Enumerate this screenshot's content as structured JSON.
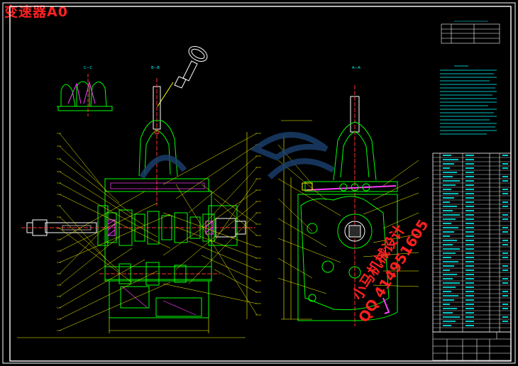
{
  "title": "变速器A0",
  "watermark": {
    "line1": "小马机械设计",
    "line2": "QQ 414951605"
  },
  "views": {
    "c_c": "C—C",
    "b_b": "B—B",
    "a_a": "A—A"
  },
  "colors": {
    "background": "#000000",
    "frame": "#ffffff",
    "outline": "#00ff00",
    "leader": "#ffff00",
    "center": "#ff3030",
    "text": "#00ffff",
    "hatch": "#ff40ff",
    "accent": "#ffffff",
    "watermark": "#ff2020"
  }
}
